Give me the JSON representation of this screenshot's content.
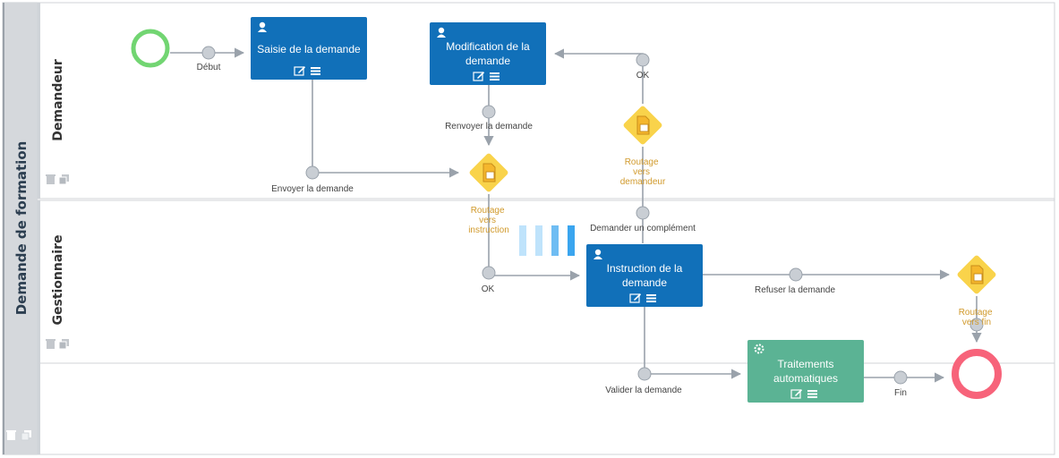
{
  "pool": {
    "label": "Demande de formation"
  },
  "lanes": [
    {
      "id": "demandeur",
      "label": "Demandeur"
    },
    {
      "id": "gestionnaire",
      "label": "Gestionnaire"
    },
    {
      "id": "lane3",
      "label": ""
    }
  ],
  "tasks": [
    {
      "id": "saisie",
      "lines": [
        "Saisie de la demande"
      ],
      "kind": "user",
      "color": "#1170b9"
    },
    {
      "id": "modif",
      "lines": [
        "Modification de la",
        "demande"
      ],
      "kind": "user",
      "color": "#1170b9"
    },
    {
      "id": "instruction",
      "lines": [
        "Instruction de la",
        "demande"
      ],
      "kind": "user",
      "color": "#1170b9"
    },
    {
      "id": "traitements",
      "lines": [
        "Traitements",
        "automatiques"
      ],
      "kind": "service",
      "color": "#5bb394"
    }
  ],
  "gateways": [
    {
      "id": "gw_instr",
      "lines": [
        "Routage",
        "vers",
        "instruction"
      ]
    },
    {
      "id": "gw_dem",
      "lines": [
        "Routage",
        "vers",
        "demandeur"
      ]
    },
    {
      "id": "gw_fin",
      "lines": [
        "Routage",
        "vers fin"
      ]
    }
  ],
  "flow_labels": {
    "debut": "Début",
    "envoyer": "Envoyer la demande",
    "renvoyer": "Renvoyer la demande",
    "ok_top": "OK",
    "demander": "Demander un complément",
    "ok_bottom": "OK",
    "refuser": "Refuser la demande",
    "valider": "Valider la demande",
    "fin": "Fin"
  },
  "colors": {
    "start_event": "#72d572",
    "end_event": "#f7637a",
    "gateway": "#f9d34b",
    "gateway_label": "#d19a2c",
    "flow": "#9aa2ab",
    "lane_header": "#d5d8dc",
    "progress_light": "#bfe3fb",
    "progress_dark": "#3aa5ef"
  },
  "icons": {
    "user_task": "user-icon",
    "service_task": "gear-icon",
    "edit": "edit-icon",
    "menu": "menu-icon",
    "delete": "trash-icon",
    "copy": "copy-icon"
  }
}
